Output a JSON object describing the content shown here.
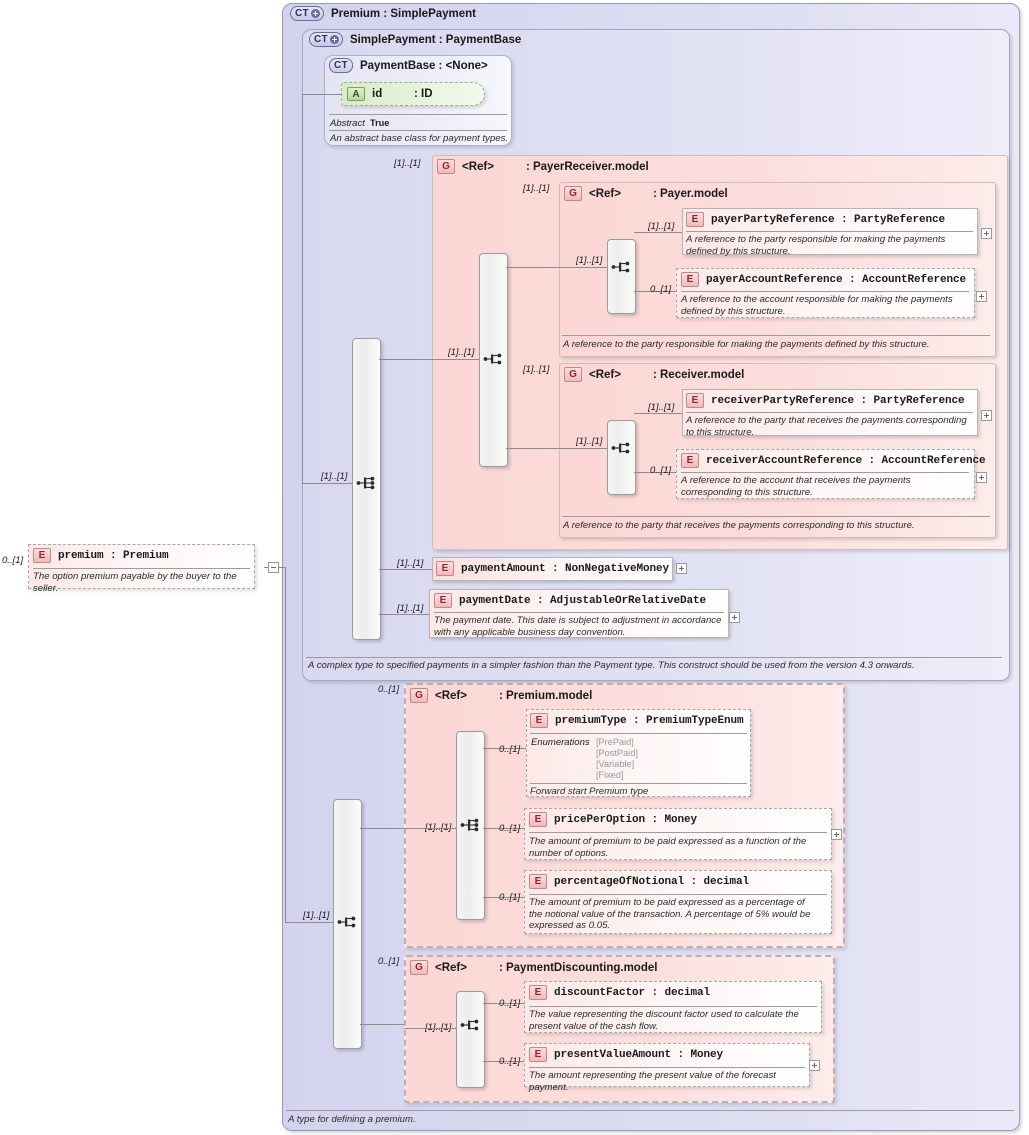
{
  "diagram": {
    "kind": "xsd-schema-diagram",
    "root_element": {
      "icon": "element-icon",
      "name": "premium : Premium",
      "cardinality": "0..[1]",
      "doc": "The option premium payable by the buyer to the seller."
    },
    "outer_type": {
      "icon": "complextype-expand-icon",
      "label": "CT",
      "name": "Premium : SimplePayment",
      "doc": "A type for defining a premium."
    },
    "base_type": {
      "icon": "complextype-expand-icon",
      "label": "CT",
      "name": "SimplePayment : PaymentBase",
      "doc": "A complex type to specified payments in a simpler fashion than the Payment type. This construct should be used from the version 4.3 onwards."
    },
    "payment_base": {
      "icon": "complextype-icon",
      "label": "CT",
      "name": "PaymentBase : <None>",
      "attribute": {
        "icon": "attribute-icon",
        "label": "A",
        "name": "id",
        "type": ": ID"
      },
      "abstract_key": "Abstract",
      "abstract_value": "True",
      "doc": "An abstract base class for payment types."
    },
    "payer_receiver_group": {
      "icon": "group-icon",
      "label": "G",
      "ref": "<Ref>",
      "name": ": PayerReceiver.model",
      "cardinality": "[1]..[1]"
    },
    "payer_group": {
      "icon": "group-icon",
      "label": "G",
      "ref": "<Ref>",
      "name": ": Payer.model",
      "cardinality": "[1]..[1]",
      "seq_cardinality": "[1]..[1]",
      "doc": "A reference to the party responsible for making the payments defined by this structure.",
      "elements": [
        {
          "icon": "element-icon",
          "label": "E",
          "name": "payerPartyReference : PartyReference",
          "cardinality": "[1]..[1]",
          "doc": "A reference to the party responsible for making the payments defined by this structure.",
          "toggle": "plus"
        },
        {
          "icon": "element-icon",
          "label": "E",
          "name": "payerAccountReference : AccountReference",
          "cardinality": "0..[1]",
          "doc": "A reference to the account responsible for making the payments defined by this structure.",
          "toggle": "plus"
        }
      ]
    },
    "receiver_group": {
      "icon": "group-icon",
      "label": "G",
      "ref": "<Ref>",
      "name": ": Receiver.model",
      "cardinality": "[1]..[1]",
      "seq_cardinality": "[1]..[1]",
      "doc": "A reference to the party that receives the payments corresponding to this structure.",
      "elements": [
        {
          "icon": "element-icon",
          "label": "E",
          "name": "receiverPartyReference : PartyReference",
          "cardinality": "[1]..[1]",
          "doc": "A reference to the party that receives the payments corresponding to this structure.",
          "toggle": "plus"
        },
        {
          "icon": "element-icon",
          "label": "E",
          "name": "receiverAccountReference : AccountReference",
          "cardinality": "0..[1]",
          "doc": "A reference to the account that receives the payments corresponding to this structure.",
          "toggle": "plus"
        }
      ]
    },
    "simple_payment_elements": [
      {
        "icon": "element-icon",
        "label": "E",
        "name": "paymentAmount : NonNegativeMoney",
        "cardinality": "[1]..[1]",
        "doc": "",
        "toggle": "plus"
      },
      {
        "icon": "element-icon",
        "label": "E",
        "name": "paymentDate : AdjustableOrRelativeDate",
        "cardinality": "[1]..[1]",
        "doc": "The payment date. This date is subject to adjustment in accordance with any applicable business day convention.",
        "toggle": "plus"
      }
    ],
    "simple_payment_seq_cardinality": "[1]..[1]",
    "premium_seq_cardinality": "[1]..[1]",
    "premium_model_group": {
      "icon": "group-icon",
      "label": "G",
      "ref": "<Ref>",
      "name": ": Premium.model",
      "cardinality": "0..[1]",
      "seq_cardinality": "[1]..[1]",
      "elements": [
        {
          "icon": "element-icon",
          "label": "E",
          "name": "premiumType : PremiumTypeEnum",
          "cardinality": "0..[1]",
          "enum_label": "Enumerations",
          "enum_values": [
            "[PrePaid]",
            "[PostPaid]",
            "[Variable]",
            "[Fixed]"
          ],
          "doc": "Forward start Premium type",
          "toggle": "none"
        },
        {
          "icon": "element-icon",
          "label": "E",
          "name": "pricePerOption : Money",
          "cardinality": "0..[1]",
          "doc": "The amount of premium to be paid expressed as a function of the number of options.",
          "toggle": "plus"
        },
        {
          "icon": "element-icon",
          "label": "E",
          "name": "percentageOfNotional : decimal",
          "cardinality": "0..[1]",
          "doc": "The amount of premium to be paid expressed as a percentage of the notional value of the transaction. A percentage of 5% would be expressed as 0.05.",
          "toggle": "none"
        }
      ]
    },
    "payment_discounting_group": {
      "icon": "group-icon",
      "label": "G",
      "ref": "<Ref>",
      "name": ": PaymentDiscounting.model",
      "cardinality": "0..[1]",
      "seq_cardinality": "[1]..[1]",
      "elements": [
        {
          "icon": "element-icon",
          "label": "E",
          "name": "discountFactor : decimal",
          "cardinality": "0..[1]",
          "doc": "The value representing the discount factor used to calculate the present value of the cash flow.",
          "toggle": "none"
        },
        {
          "icon": "element-icon",
          "label": "E",
          "name": "presentValueAmount : Money",
          "cardinality": "0..[1]",
          "doc": "The amount representing the present value of the forecast payment.",
          "toggle": "plus"
        }
      ]
    },
    "colors": {
      "complextype_fill": "#dcdcf2",
      "group_fill": "#fcdedc",
      "element_fill": "#fdeceb",
      "attribute_fill": "#e6f3dc",
      "line": "#8c8c8c",
      "text": "#1a1a1a"
    }
  }
}
